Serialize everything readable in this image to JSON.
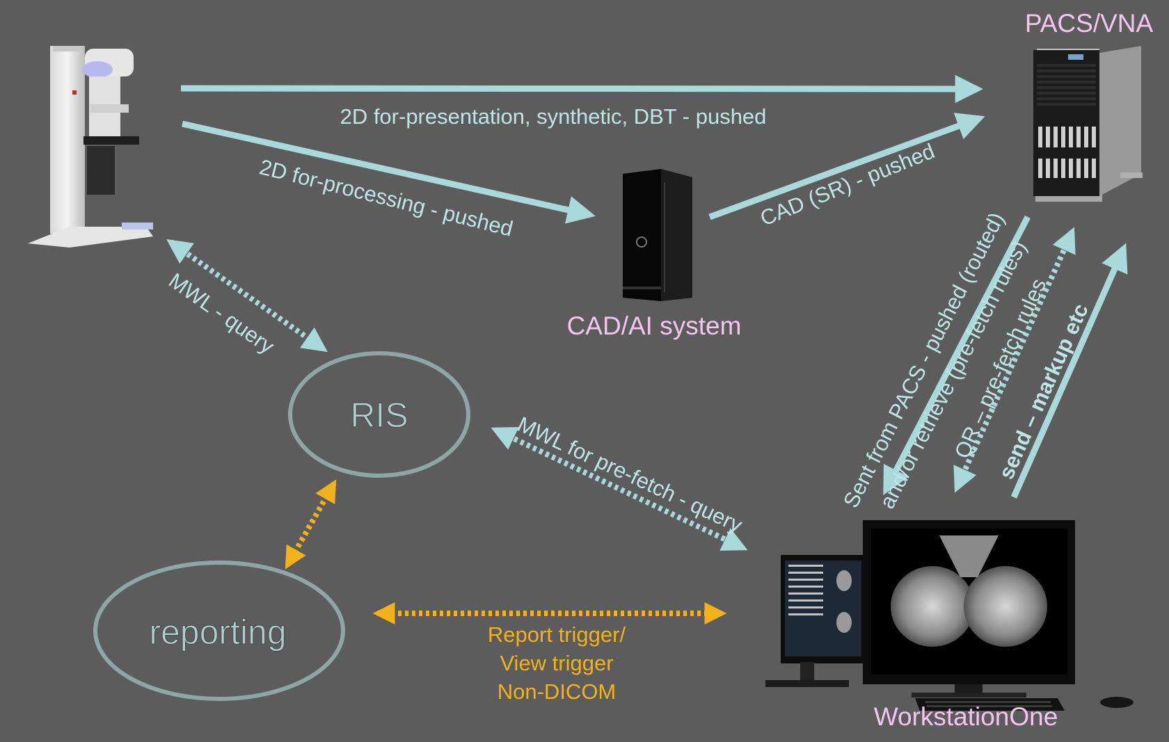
{
  "nodes": {
    "pacs": {
      "label": "PACS/VNA"
    },
    "cad": {
      "label": "CAD/AI system"
    },
    "workstation": {
      "label": "WorkstationOne"
    },
    "ris": {
      "label": "RIS"
    },
    "reporting": {
      "label": "reporting"
    }
  },
  "edges": {
    "presentation": {
      "label": "2D for-presentation, synthetic, DBT - pushed"
    },
    "processing": {
      "label": "2D for-processing - pushed"
    },
    "cad_sr": {
      "label": "CAD (SR) - pushed"
    },
    "mwl_query": {
      "label": "MWL - query"
    },
    "mwl_prefetch": {
      "label": "MWL for pre-fetch - query"
    },
    "sent_from_pacs": {
      "line1": "Sent from PACS  - pushed (routed)",
      "line2": "and/or retrieve (pre-fetch rules)"
    },
    "qr_prefetch": {
      "label": "QR – pre-fetch rules"
    },
    "send_markup": {
      "label": "send – markup etc"
    },
    "report_trigger": {
      "line1": "Report trigger/",
      "line2": "View trigger",
      "line3": "Non-DICOM"
    }
  },
  "colors": {
    "background": "#5c5c5c",
    "arrow": "#a9d9da",
    "ellipse_stroke": "#8fa6a6",
    "yellow": "#f3b21c",
    "node_label": "#f6c4f0"
  }
}
